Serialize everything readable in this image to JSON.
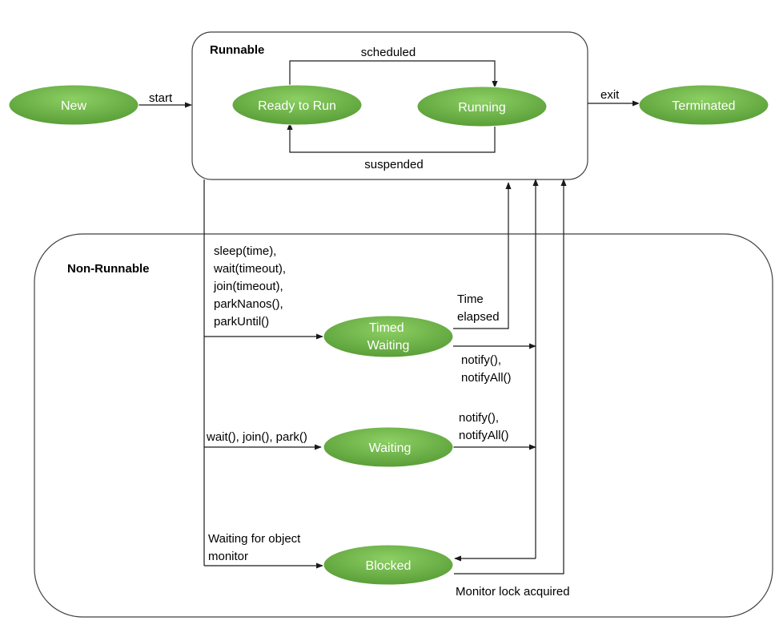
{
  "colors": {
    "node_fill": "#6aad45",
    "node_highlight": "#8ccf63",
    "node_text": "#ffffff",
    "line": "#1a1a1a",
    "border": "#404040"
  },
  "groups": {
    "runnable": {
      "title": "Runnable"
    },
    "non_runnable": {
      "title": "Non-Runnable"
    }
  },
  "nodes": {
    "new": {
      "label": "New"
    },
    "ready_to_run": {
      "label": "Ready to Run"
    },
    "running": {
      "label": "Running"
    },
    "terminated": {
      "label": "Terminated"
    },
    "timed_waiting": {
      "label_lines": [
        "Timed",
        "Waiting"
      ]
    },
    "waiting": {
      "label": "Waiting"
    },
    "blocked": {
      "label": "Blocked"
    }
  },
  "edges": {
    "start": {
      "label": "start"
    },
    "exit": {
      "label": "exit"
    },
    "scheduled": {
      "label": "scheduled"
    },
    "suspended": {
      "label": "suspended"
    },
    "to_timed_waiting": {
      "label_lines": [
        "sleep(time),",
        "wait(timeout),",
        "join(timeout),",
        "parkNanos(),",
        "parkUntil()"
      ]
    },
    "time_elapsed": {
      "label_lines": [
        "Time",
        "elapsed"
      ]
    },
    "timed_notify": {
      "label_lines": [
        "notify(),",
        "notifyAll()"
      ]
    },
    "to_waiting": {
      "label": "wait(), join(), park()"
    },
    "waiting_notify": {
      "label_lines": [
        "notify(),",
        "notifyAll()"
      ]
    },
    "to_blocked": {
      "label_lines": [
        "Waiting for object",
        "monitor"
      ]
    },
    "monitor_acquired": {
      "label": "Monitor lock acquired"
    }
  }
}
